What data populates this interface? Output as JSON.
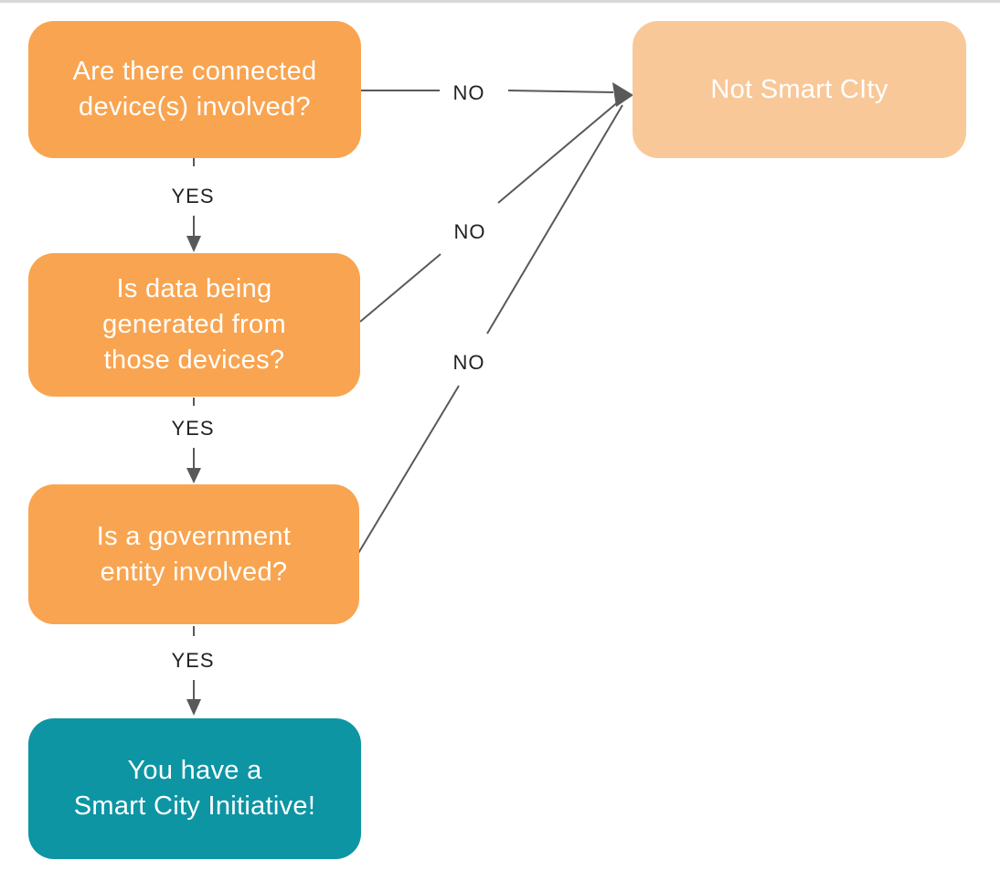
{
  "boxes": {
    "q1": {
      "lines": [
        "Are there connected",
        "device(s) involved?"
      ]
    },
    "q2": {
      "lines": [
        "Is data being",
        "generated from",
        "those devices?"
      ]
    },
    "q3": {
      "lines": [
        "Is a government",
        "entity involved?"
      ]
    },
    "not_smart_city": {
      "lines": [
        "Not Smart CIty"
      ]
    },
    "smart_city": {
      "lines": [
        "You have a",
        "Smart City Initiative!"
      ]
    }
  },
  "edges": {
    "yes1": "YES",
    "yes2": "YES",
    "yes3": "YES",
    "no1": "NO",
    "no2": "NO",
    "no3": "NO"
  },
  "colors": {
    "question_fill": "#F9A450",
    "negative_fill": "#F9C899",
    "positive_fill": "#0D95A4",
    "box_text": "#FFFFFF",
    "edge_line": "#58595B",
    "edge_label": "#222222",
    "top_border": "#D8D8D8"
  }
}
